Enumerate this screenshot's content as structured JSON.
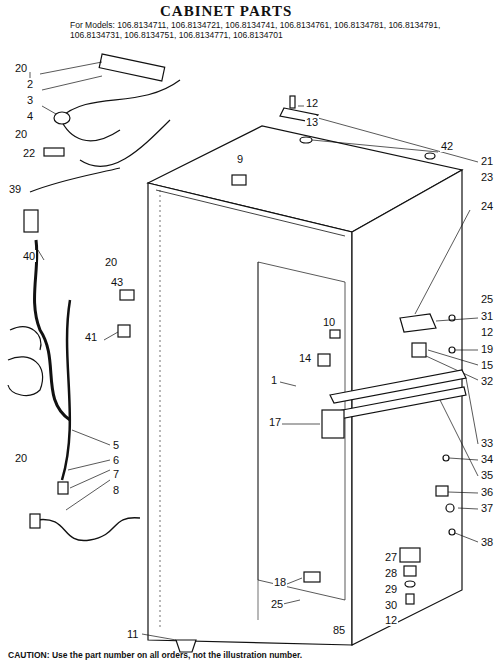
{
  "diagram": {
    "title": "CABINET PARTS",
    "caption": "CAUTION: Use the part number on all orders, not the illustration number.",
    "labels": [
      "For Models: 106.8134711, 106.8134721, 106.8134741, 106.8134761, 106.8134781, 106.8134791, 106.8134731, 106.8134751, 106.8134771, 106.8134701",
      "20",
      "2",
      "3",
      "4",
      "20",
      "22",
      "39",
      "40",
      "20",
      "43",
      "41",
      "5",
      "6",
      "20",
      "7",
      "8",
      "11",
      "12",
      "13",
      "9",
      "42",
      "21",
      "23",
      "24",
      "25",
      "31",
      "12",
      "19",
      "15",
      "32",
      "10",
      "14",
      "1",
      "17",
      "33",
      "34",
      "35",
      "36",
      "37",
      "38",
      "27",
      "28",
      "29",
      "30",
      "12",
      "18",
      "25",
      "85"
    ]
  }
}
